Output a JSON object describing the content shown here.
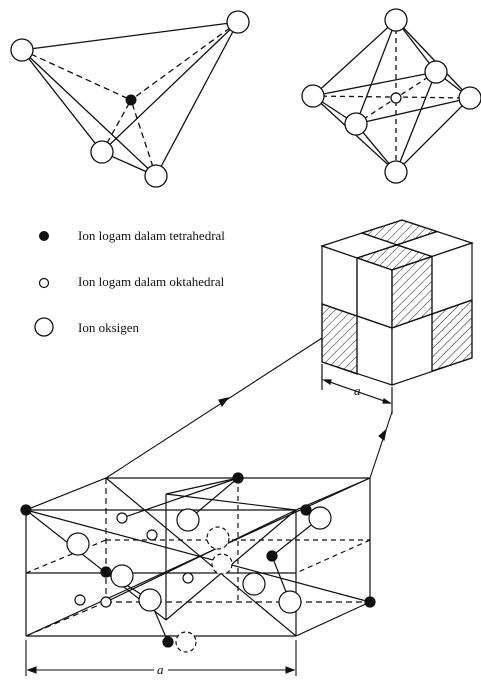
{
  "legend": {
    "tetrahedral_label": "Ion logam dalam tetrahedral",
    "octahedral_label": "Ion logam dalam oktahedral",
    "oxygen_label": "Ion oksigen"
  },
  "dimensions": {
    "cube_edge_label": "a",
    "cell_edge_label": "a"
  }
}
